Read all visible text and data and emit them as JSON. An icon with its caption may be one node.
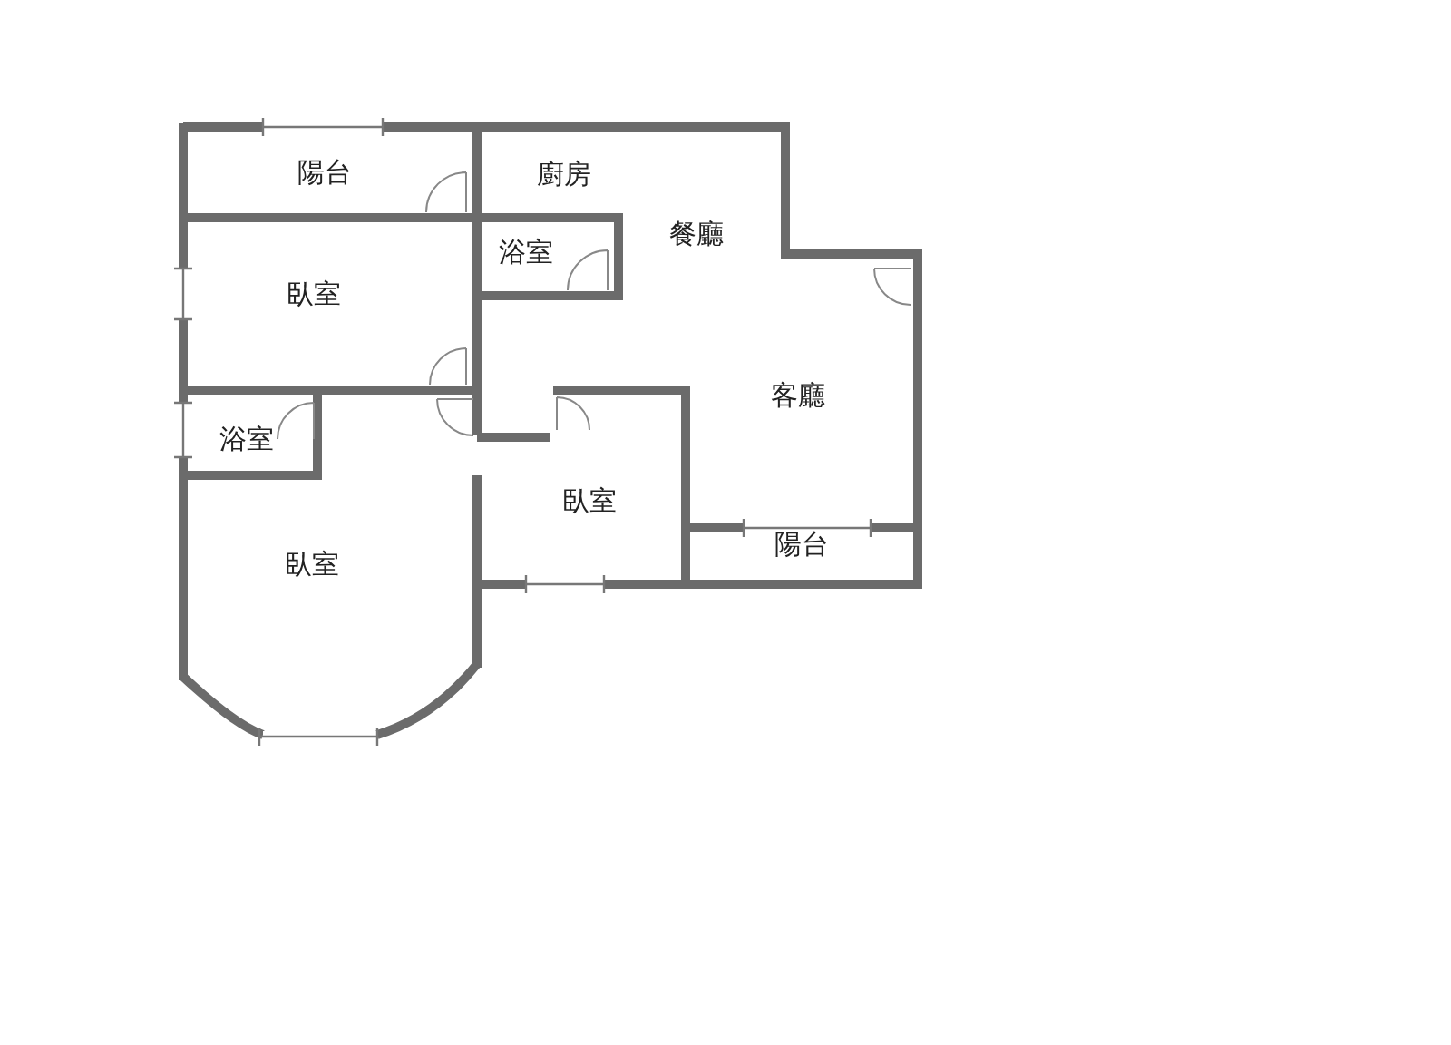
{
  "diagram": {
    "labels": [
      "陽台",
      "廚房",
      "餐廳",
      "浴室",
      "臥室",
      "客廳",
      "浴室",
      "臥室",
      "陽台",
      "臥室"
    ]
  }
}
